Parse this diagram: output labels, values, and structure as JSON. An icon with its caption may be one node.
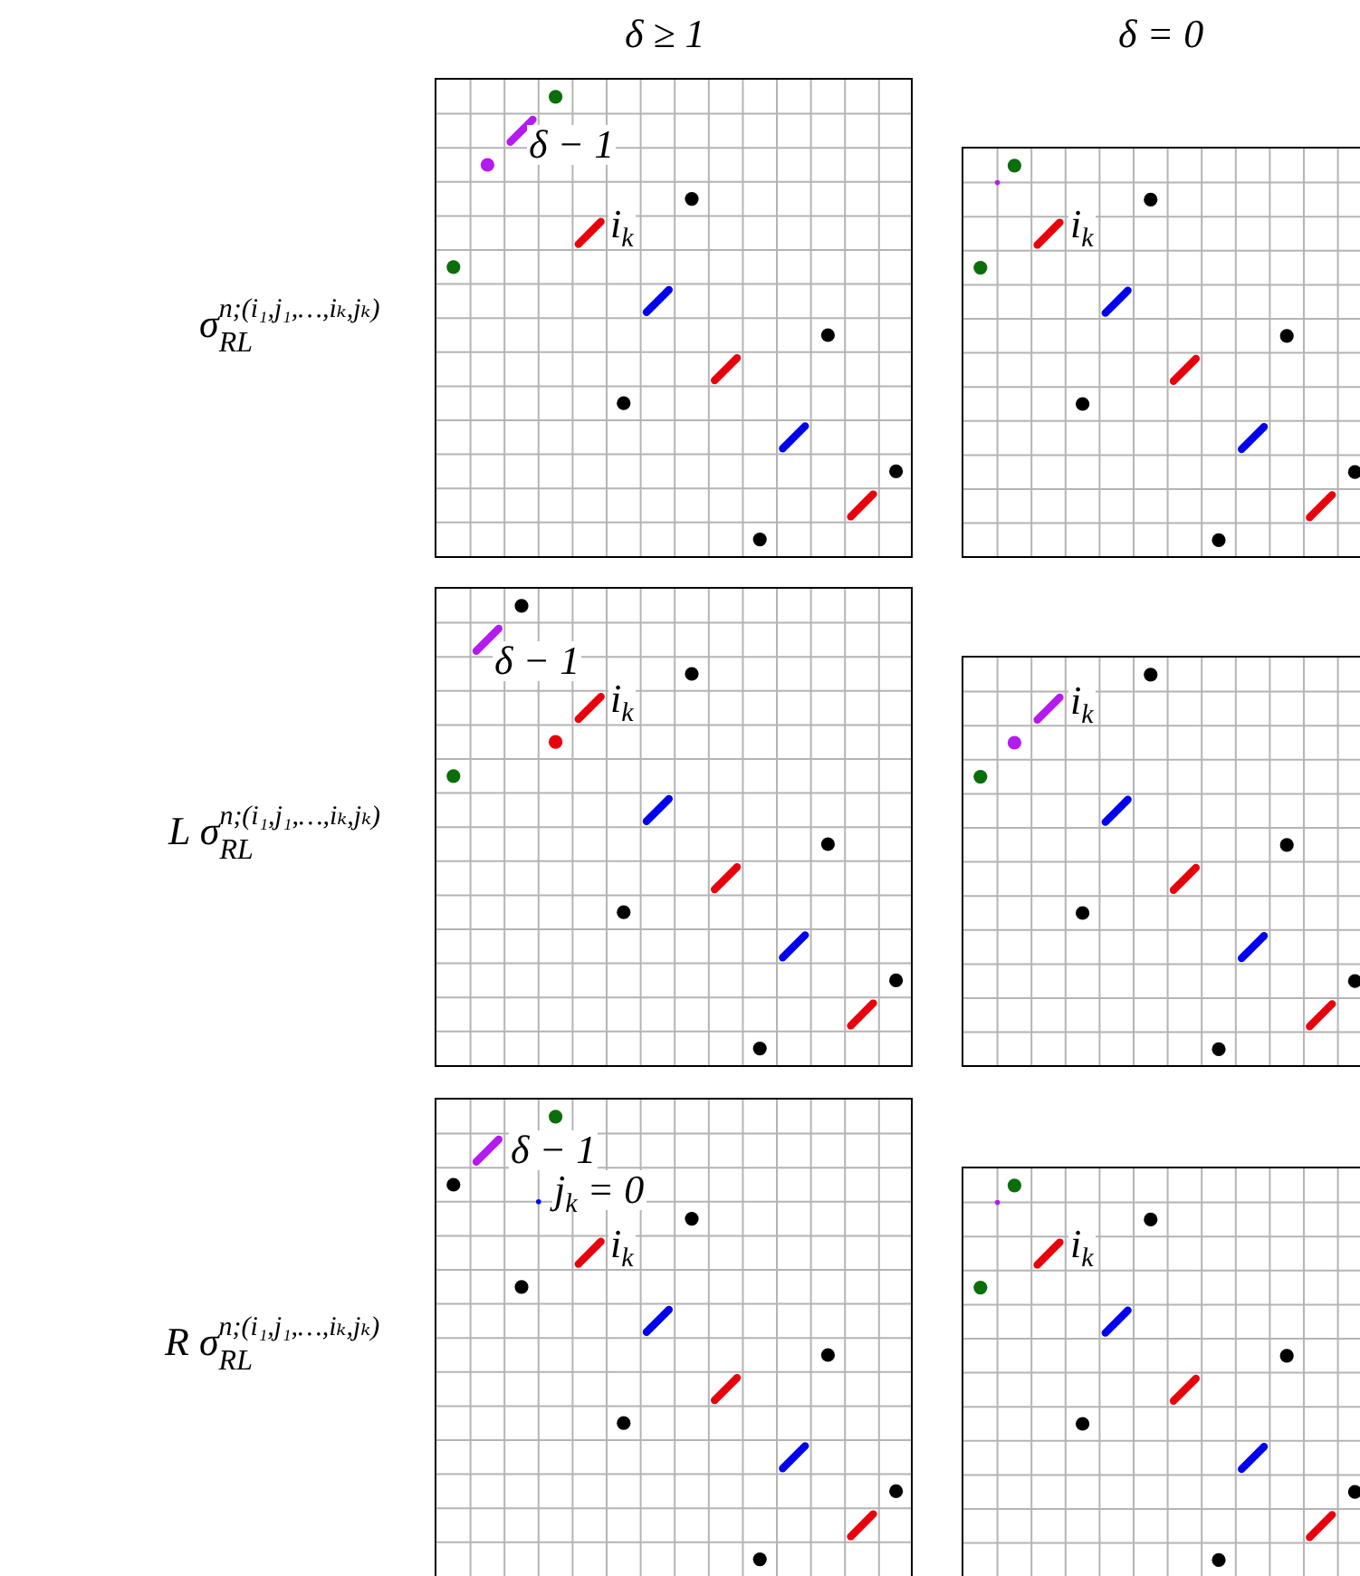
{
  "diagram": {
    "nodes": [
      {
        "text": [
          "δ − 1",
          "i$_{k}$"
        ]
      },
      {
        "text": [
          "i$_{k}$"
        ]
      },
      {
        "text": [
          "δ − 1",
          "i$_{k}$"
        ]
      },
      {
        "text": [
          "i$_{k}$"
        ]
      },
      {
        "text": [
          "δ − 1",
          "j$_{k}$ = 0",
          "i$_{k}$"
        ]
      },
      {
        "text": [
          "i$_{k}$"
        ]
      }
    ],
    "labels": [
      "δ ≥ 1",
      "δ = 0",
      "σ$_{RL}$$^{n;(i₁,j₁,…,iₖ,jₖ)}$",
      "L σ$_{RL}$$^{n;(i₁,j₁,…,iₖ,jₖ)}$",
      "R σ$_{RL}$$^{n;(i₁,j₁,…,iₖ,jₖ)}$"
    ]
  }
}
